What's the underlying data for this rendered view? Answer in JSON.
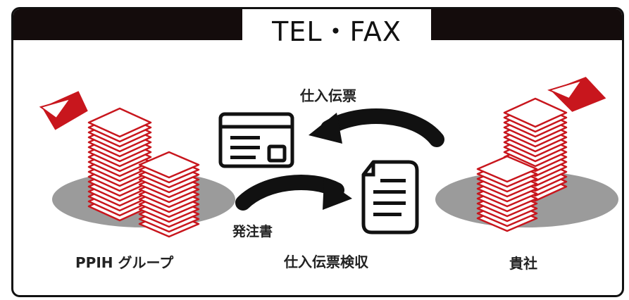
{
  "header": {
    "title": "TEL・FAX"
  },
  "flow": {
    "invoice_label": "仕入伝票",
    "order_label": "発注書",
    "inspection_label": "仕入伝票検収"
  },
  "parties": {
    "left_label": "PPIH グループ",
    "right_label": "貴社"
  },
  "colors": {
    "accent_red": "#c8161d",
    "header_black": "#140c0c",
    "ellipse_gray": "#9b9b9b"
  }
}
